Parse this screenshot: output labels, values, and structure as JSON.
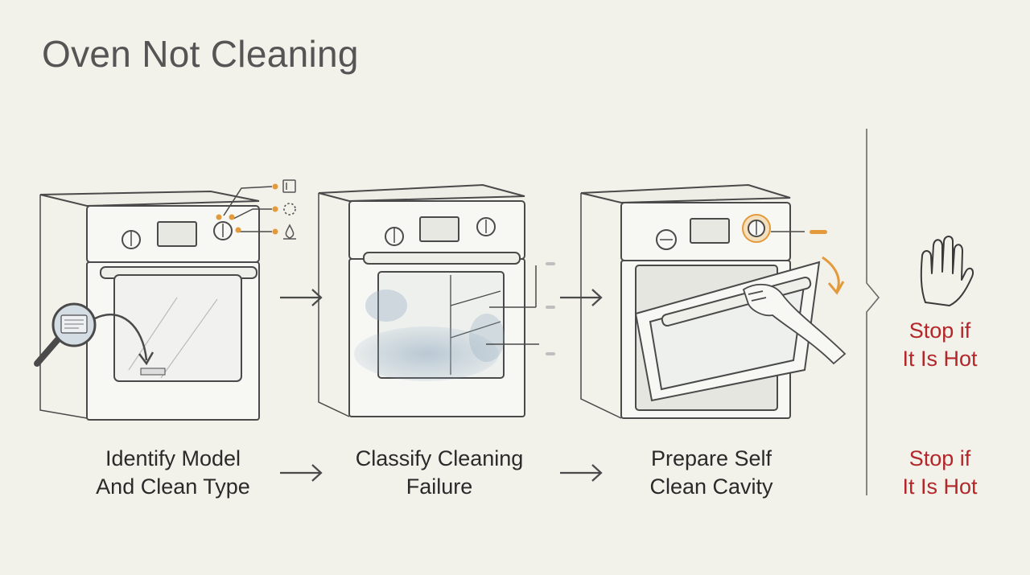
{
  "title": "Oven Not Cleaning",
  "steps": [
    {
      "line1": "Identify Model",
      "line2": "And Clean Type"
    },
    {
      "line1": "Classify Cleaning",
      "line2": "Failure"
    },
    {
      "line1": "Prepare Self",
      "line2": "Clean Cavity"
    }
  ],
  "warning": {
    "line1": "Stop if",
    "line2": "It Is Hot"
  },
  "colors": {
    "accent": "#e39a3b",
    "warning": "#b3262a",
    "ink": "#4a4a4a",
    "residue": "#8fa8be"
  },
  "icons": [
    "magnifier-icon",
    "lock-icon",
    "self-clean-icon",
    "steam-clean-icon",
    "hand-stop-icon",
    "arrow-right-icon",
    "arrow-down-icon"
  ]
}
